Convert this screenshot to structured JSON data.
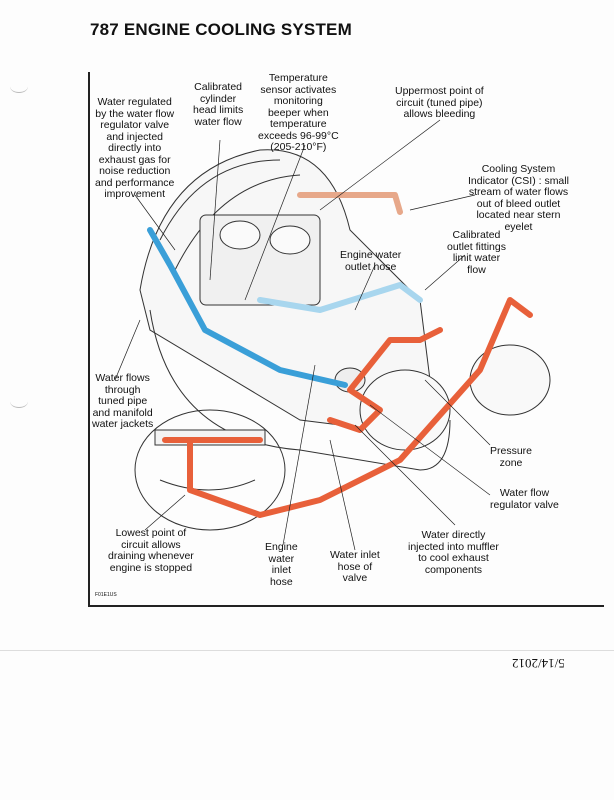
{
  "title": "787 ENGINE COOLING SYSTEM",
  "labels": {
    "water_regulated": "Water regulated\nby the water flow\nregulator valve\nand injected\ndirectly into\nexhaust gas for\nnoise reduction\nand performance\nimprovement",
    "calibrated_cylinder": "Calibrated\ncylinder\nhead limits\nwater flow",
    "temperature_sensor": "Temperature\nsensor activates\nmonitoring\nbeeper when\ntemperature\nexceeds 96-99°C\n(205-210°F)",
    "uppermost_point": "Uppermost point of\ncircuit (tuned pipe)\nallows bleeding",
    "csi": "Cooling System\nIndicator (CSI) : small\nstream of water flows\nout of bleed outlet\nlocated near stern\neyelet",
    "calibrated_outlet": "Calibrated\noutlet fittings\nlimit water\nflow",
    "engine_water_outlet": "Engine water\noutlet hose",
    "water_flows": "Water flows\nthrough\ntuned pipe\nand manifold\nwater jackets",
    "pressure_zone": "Pressure\nzone",
    "water_flow_regulator": "Water flow\nregulator valve",
    "lowest_point": "Lowest  point of\ncircuit allows\ndraining whenever\nengine is stopped",
    "engine_water_inlet": "Engine\nwater\ninlet\nhose",
    "water_inlet_valve": "Water inlet\nhose of\nvalve",
    "water_directly": "Water directly\ninjected into muffler\nto cool exhaust\ncomponents"
  },
  "figure_code": "F01E1US",
  "date": "5/14/2012",
  "colors": {
    "hot": "#e8603a",
    "cold": "#3a9fd8",
    "line": "#222222"
  }
}
